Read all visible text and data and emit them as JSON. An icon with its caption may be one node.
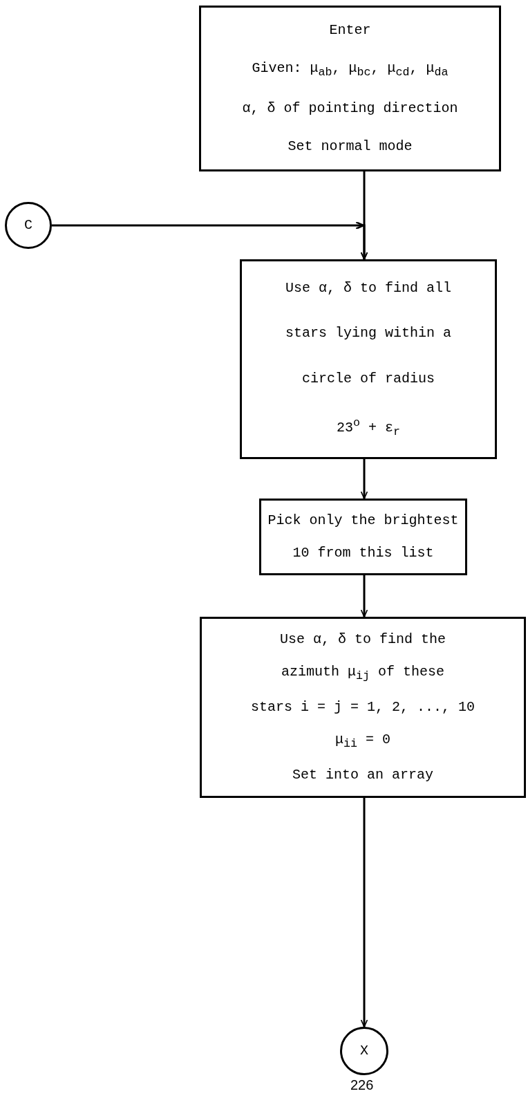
{
  "diagram": {
    "nodes": [
      {
        "text": [
          "Enter",
          "Given: μ$_{ab}$, μ$_{bc}$, μ$_{cd}$, μ$_{da}$",
          "α, δ of pointing direction",
          "Set normal mode"
        ]
      },
      {
        "text": [
          "C"
        ]
      },
      {
        "text": [
          "Use α, δ to find all",
          "stars lying within a",
          "circle of radius",
          "23$^{o}$ + ε$_{r}$"
        ]
      },
      {
        "text": [
          "Pick only the brightest",
          "10 from this list"
        ]
      },
      {
        "text": [
          "Use α, δ to find the",
          "azimuth μ$_{ij}$ of these",
          "stars i = j = 1, 2, ..., 10",
          "μ$_{ii}$ = 0",
          "Set into an array"
        ]
      },
      {
        "text": [
          "X"
        ]
      }
    ],
    "edges": [
      {
        "from": 0,
        "to": 2,
        "arrow": "to"
      },
      {
        "from": 1,
        "to": 2,
        "arrow": "to"
      },
      {
        "from": 2,
        "to": 3,
        "arrow": "to"
      },
      {
        "from": 3,
        "to": 4,
        "arrow": "to"
      },
      {
        "from": 4,
        "to": 5,
        "arrow": "to"
      }
    ],
    "labels": [
      "226"
    ]
  }
}
